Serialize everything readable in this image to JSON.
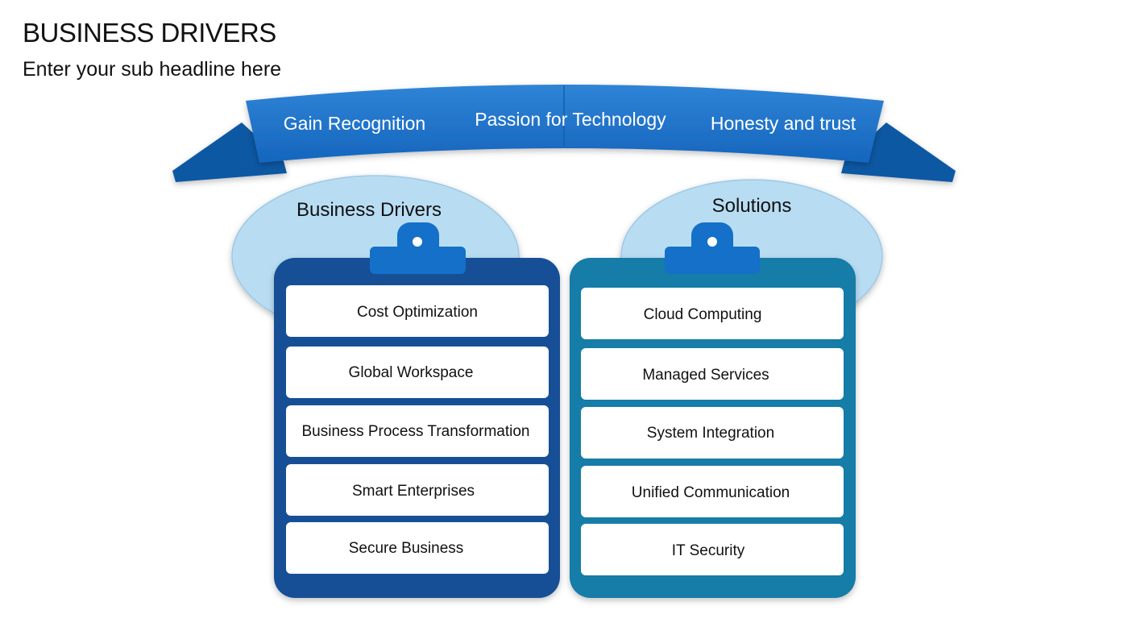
{
  "header": {
    "title": "BUSINESS DRIVERS",
    "subtitle": "Enter your sub headline here"
  },
  "banner": {
    "items": [
      "Gain Recognition",
      "Passion for Technology",
      "Honesty and trust"
    ]
  },
  "clipboards": [
    {
      "heading": "Business Drivers",
      "items": [
        "Cost Optimization",
        "Global Workspace",
        "Business Process Transformation",
        "Smart Enterprises",
        "Secure Business"
      ]
    },
    {
      "heading": "Solutions",
      "items": [
        "Cloud Computing",
        "Managed Services",
        "System Integration",
        "Unified Communication",
        "IT Security"
      ]
    }
  ],
  "colors": {
    "banner_main": "#1a6fc4",
    "banner_tail": "#0e58a3",
    "bubble": "#b8ddf3",
    "left_board": "#124f96",
    "right_board": "#157ba8",
    "clip": "#1470c8"
  }
}
